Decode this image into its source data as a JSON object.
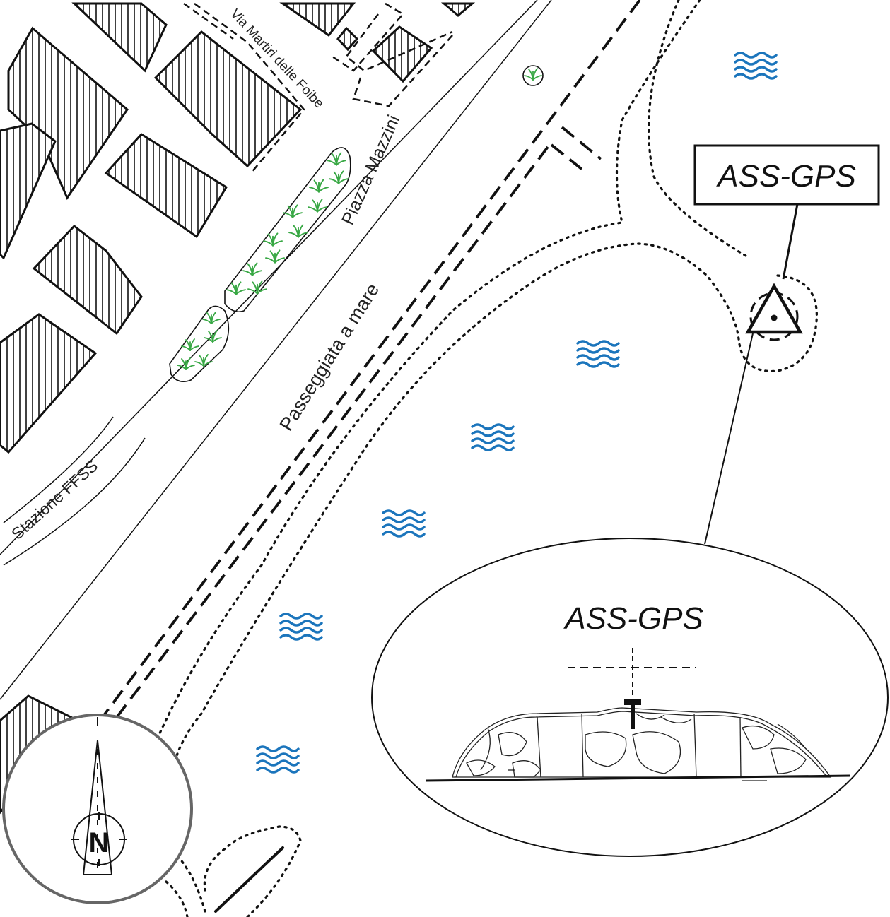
{
  "labels": {
    "via_martiri": "Via Martiri delle Foibe",
    "piazza_mazzini": "Piazza Mazzini",
    "passeggiata": "Passeggiata a mare",
    "stazione": "Stazione FFSS",
    "station_box": "ASS-GPS",
    "inset_title": "ASS-GPS",
    "north": "N"
  },
  "icons": {
    "sea": "wave-icon",
    "grass": "grass-tuft-icon",
    "gps_station": "triangle-benchmark-icon",
    "compass": "north-arrow-icon"
  },
  "colors": {
    "water": "#1b75bc",
    "vegetation": "#39a845",
    "line": "#111111",
    "compass_ring": "#666666"
  }
}
